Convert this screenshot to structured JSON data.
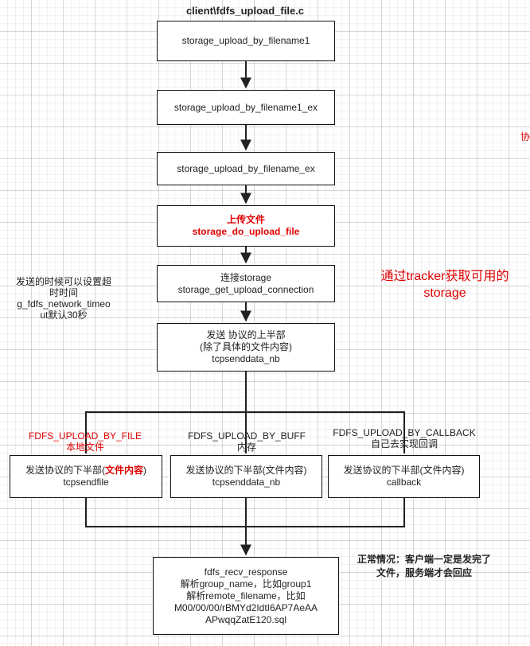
{
  "title": "client\\fdfs_upload_file.c",
  "boxes": {
    "b1": "storage_upload_by_filename1",
    "b2": "storage_upload_by_filename1_ex",
    "b3": "storage_upload_by_filename_ex",
    "b4": {
      "line1": "上传文件",
      "line2": "storage_do_upload_file"
    },
    "b5": {
      "line1": "连接storage",
      "line2": "storage_get_upload_connection"
    },
    "b6": {
      "line1": "发送 协议的上半部",
      "line2": "(除了具体的文件内容)",
      "line3": "tcpsenddata_nb"
    },
    "b7": {
      "line1a": "发送协议的下半部(",
      "line1b": "文件内容",
      "line1c": ")",
      "line2": "tcpsendfile"
    },
    "b8": {
      "line1": "发送协议的下半部(文件内容)",
      "line2": "tcpsenddata_nb"
    },
    "b9": {
      "line1": "发送协议的下半部(文件内容)",
      "line2": "callback"
    },
    "b10": {
      "line1": "fdfs_recv_response",
      "line2": "解析group_name，比如group1",
      "line3": "解析remote_filename，比如",
      "line4": "M00/00/00/rBMYd2IdtI6AP7AeAA",
      "line5": "APwqqZatE120.sql"
    }
  },
  "labels": {
    "branch_file": {
      "line1": "FDFS_UPLOAD_BY_FILE",
      "line2": "本地文件"
    },
    "branch_buff": {
      "line1": "FDFS_UPLOAD_BY_BUFF",
      "line2": "内存"
    },
    "branch_callback": {
      "line1": "FDFS_UPLOAD_BY_CALLBACK",
      "line2": "自己去实现回调"
    },
    "timeout_note": {
      "line1": "发送的时候可以设置超",
      "line2": "时时间",
      "line3": "g_fdfs_network_timeo",
      "line4": "ut默认30秒"
    },
    "tracker_note": {
      "line1": "通过tracker获取可用的",
      "line2": "storage"
    },
    "normal_note": {
      "line1": "正常情况：客户端一定是发完了",
      "line2": "文件，服务端才会回应"
    },
    "edge_fragment": "协"
  },
  "colors": {
    "accent_red": "#e00000",
    "line": "#222222"
  }
}
